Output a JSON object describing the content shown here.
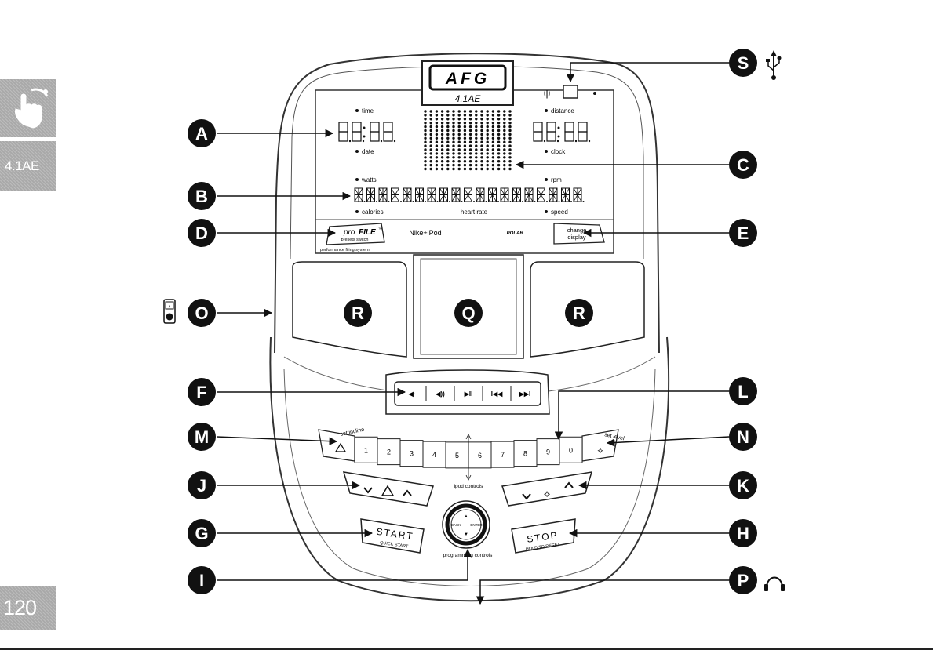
{
  "page": {
    "model_tab": "4.1AE",
    "page_number": "120"
  },
  "console": {
    "brand_logo": "AFG",
    "model_label": "4.1AE",
    "display": {
      "time": "time",
      "date": "date",
      "distance": "distance",
      "clock": "clock",
      "watts": "watts",
      "calories": "calories",
      "heart_rate": "heart rate",
      "rpm": "rpm",
      "speed": "speed"
    },
    "profile_button": {
      "pro": "pro",
      "file": "FILE",
      "tm": "™",
      "sub": "presets switch"
    },
    "nike_ipod": "Nike+iPod",
    "polar": "POLAR.",
    "change_display": [
      "change",
      "display"
    ],
    "performance_strip": "performance filing system",
    "set_incline": "set incline",
    "set_level": "set level",
    "number_keys": [
      "1",
      "2",
      "3",
      "4",
      "5",
      "6",
      "7",
      "8",
      "9",
      "0"
    ],
    "ipod_controls": "ipod controls",
    "programming_controls": "programming controls",
    "back": "BACK",
    "enter": "ENTER",
    "start": "START",
    "quick_start": "QUICK START",
    "stop": "STOP",
    "hold_to_reset": "HOLD TO RESET"
  },
  "callouts": {
    "A": "A",
    "B": "B",
    "C": "C",
    "D": "D",
    "E": "E",
    "F": "F",
    "G": "G",
    "H": "H",
    "I": "I",
    "J": "J",
    "K": "K",
    "L": "L",
    "M": "M",
    "N": "N",
    "O": "O",
    "P": "P",
    "Q": "Q",
    "R": "R",
    "S": "S"
  },
  "icons": {
    "side_icon": "hand-touch-icon",
    "usb": "usb-icon",
    "headphones": "headphones-icon",
    "ipod": "ipod-icon"
  }
}
